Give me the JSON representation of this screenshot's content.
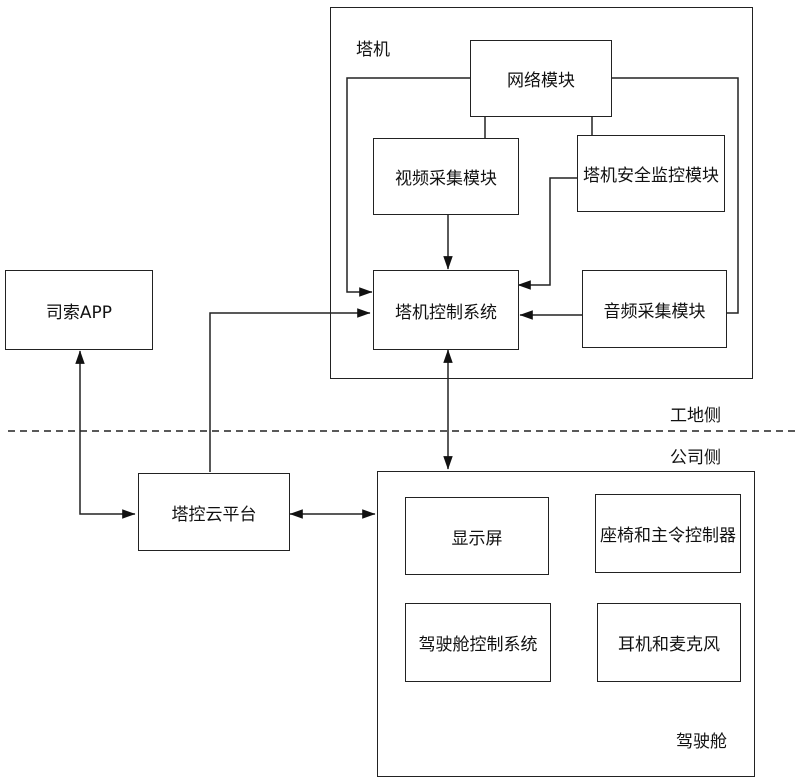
{
  "tower_crane": {
    "title": "塔机",
    "network_module": "网络模块",
    "video_module": "视频采集模块",
    "safety_module": "塔机安全监控模块",
    "control_system": "塔机控制系统",
    "audio_module": "音频采集模块"
  },
  "driver_app": "司索APP",
  "cloud_platform": "塔控云平台",
  "divider": {
    "site_side": "工地侧",
    "company_side": "公司侧"
  },
  "cockpit": {
    "title": "驾驶舱",
    "display": "显示屏",
    "seat_controller": "座椅和主令控制器",
    "cockpit_control": "驾驶舱控制系统",
    "headset": "耳机和麦克风"
  }
}
